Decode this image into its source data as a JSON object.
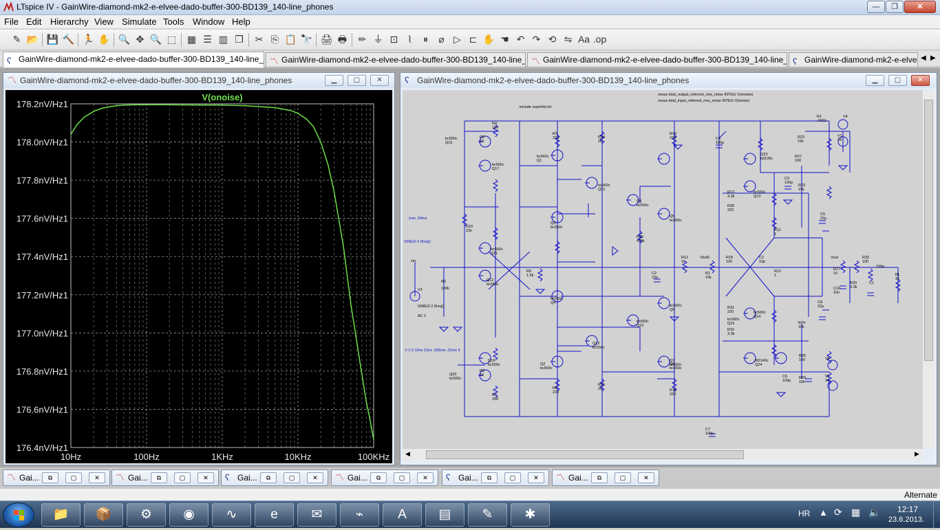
{
  "window": {
    "title": "LTspice IV - GainWire-diamond-mk2-e-elvee-dado-buffer-300-BD139_140-line_phones",
    "controls": {
      "minimize": "—",
      "maximize": "❐",
      "close": "✕"
    }
  },
  "menu": [
    "File",
    "Edit",
    "Hierarchy",
    "View",
    "Simulate",
    "Tools",
    "Window",
    "Help"
  ],
  "toolbar_icons": [
    "new-schematic",
    "open",
    "save",
    "control-panel",
    "run",
    "halt",
    "zoom-in",
    "pan",
    "zoom-out",
    "zoom-fit",
    "autorange",
    "tile-horizontal",
    "tile-vertical",
    "cascade",
    "cut",
    "copy",
    "paste",
    "find",
    "print-setup",
    "print",
    "draw-wire",
    "ground",
    "label-net",
    "resistor",
    "capacitor",
    "inductor",
    "diode",
    "component",
    "move",
    "drag",
    "undo",
    "redo",
    "rotate",
    "mirror",
    "text",
    "spice-directive"
  ],
  "toolbar_glyphs": [
    "✎",
    "📂",
    "💾",
    "🔨",
    "🏃",
    "✋",
    "🔍",
    "✥",
    "🔍",
    "⬚",
    "▦",
    "☰",
    "▥",
    "❐",
    "✂",
    "⎘",
    "📋",
    "🔭",
    "🖨",
    "🖶",
    "✏",
    "⏚",
    "⊡",
    "⌇",
    "⏸",
    "⌀",
    "▷",
    "⊏",
    "✋",
    "☚",
    "↶",
    "↷",
    "⟲",
    "⇋",
    "Aa",
    ".op"
  ],
  "doc_tabs": [
    {
      "label": "GainWire-diamond-mk2-e-elvee-dado-buffer-300-BD139_140-line_phones",
      "kind": "schematic",
      "active": true
    },
    {
      "label": "GainWire-diamond-mk2-e-elvee-dado-buffer-300-BD139_140-line_phones",
      "kind": "plot",
      "active": false
    },
    {
      "label": "GainWire-diamond-mk2-e-elvee-dado-buffer-300-BD139_140-line_phones",
      "kind": "plot",
      "active": false
    },
    {
      "label": "GainWire-diamond-mk2-e-elvee-dado-buffer-300-BD139_140-line_phones",
      "kind": "schematic",
      "active": false
    }
  ],
  "plot_window": {
    "title": "GainWire-diamond-mk2-e-elvee-dado-buffer-300-BD139_140-line_phones",
    "trace_label": "V(onoise)",
    "trace_color": "#6ee04a",
    "background": "#000000",
    "grid_color": "#9a9a9a"
  },
  "chart_data": {
    "type": "line",
    "title": "V(onoise)",
    "x_scale": "log",
    "xlim": [
      10,
      100000
    ],
    "ylim": [
      176.4,
      178.2
    ],
    "x_ticks": [
      {
        "value": 10,
        "label": "10Hz"
      },
      {
        "value": 100,
        "label": "100Hz"
      },
      {
        "value": 1000,
        "label": "1KHz"
      },
      {
        "value": 10000,
        "label": "10KHz"
      },
      {
        "value": 100000,
        "label": "100KHz"
      }
    ],
    "y_ticks": [
      {
        "value": 178.2,
        "label": "178.2nV/Hz1"
      },
      {
        "value": 178.0,
        "label": "178.0nV/Hz1"
      },
      {
        "value": 177.8,
        "label": "177.8nV/Hz1"
      },
      {
        "value": 177.6,
        "label": "177.6nV/Hz1"
      },
      {
        "value": 177.4,
        "label": "177.4nV/Hz1"
      },
      {
        "value": 177.2,
        "label": "177.2nV/Hz1"
      },
      {
        "value": 177.0,
        "label": "177.0nV/Hz1"
      },
      {
        "value": 176.8,
        "label": "176.8nV/Hz1"
      },
      {
        "value": 176.6,
        "label": "176.6nV/Hz1"
      },
      {
        "value": 176.4,
        "label": "176.4nV/Hz1"
      }
    ],
    "series": [
      {
        "name": "V(onoise)",
        "color": "#6ee04a",
        "x": [
          10,
          12,
          15,
          20,
          25,
          30,
          40,
          50,
          70,
          100,
          200,
          500,
          1000,
          2000,
          5000,
          8000,
          10000,
          13000,
          16000,
          20000,
          25000,
          30000,
          40000,
          50000,
          60000,
          70000,
          80000,
          90000,
          100000
        ],
        "y": [
          178.04,
          178.09,
          178.13,
          178.16,
          178.175,
          178.182,
          178.19,
          178.193,
          178.195,
          178.195,
          178.195,
          178.194,
          178.193,
          178.19,
          178.18,
          178.165,
          178.15,
          178.12,
          178.08,
          178.0,
          177.88,
          177.74,
          177.45,
          177.15,
          176.95,
          176.78,
          176.64,
          176.54,
          176.44
        ]
      }
    ],
    "grid": true
  },
  "schematic_window": {
    "title": "GainWire-diamond-mk2-e-elvee-dado-buffer-300-BD139_140-line_phones",
    "wire_color": "#1010c8",
    "text": {
      "meas1": ".meas total_output_referred_rms_noise INTEG V(onoise)",
      "meas2": ".meas total_input_referred_rms_noise INTEG V(inoise)",
      "include": ".include superlist.txt",
      "tran": ".tran .04ms",
      "sine_src": "SINE(0 2 {freq})",
      "vin": "vin",
      "v3": "V3",
      "v3_sine": "SINE(0 2 {freq})",
      "ac1": "AC 1",
      "pulse": "-2 2 0 10ns 10ns .005ms .01ms 5",
      "r2": "R2",
      "r2v": "100k",
      "q15": "bc560c\nQ15",
      "r3": "R3\n10",
      "r4": "R4\n150",
      "q17": "bc560c\nQ17",
      "r10": "R10\n22k",
      "q11": "bc560c\nQ11",
      "q12": "Q12\nbc550c",
      "q19": "Q19\nbc550c",
      "q20": "Q20\nbc550c",
      "r5": "R5\n10",
      "r7": "R7\n150",
      "r3b": "R3\n220",
      "q1": "bc560c\nQ1",
      "q3": "Q3\nbc550c",
      "q4": "bc560c\nQ4",
      "r9": "R9\n1.5k",
      "q2": "Q2\nbc560c",
      "r6": "R6\n220",
      "r20": "R20\n1k",
      "q21": "bc560c\nQ21",
      "q22": "Q22\nbc550c",
      "r21": "R21\n1k",
      "q9": "Q9\nbc550c",
      "r15": "R15\n470k",
      "q10": "bc560c\nQ10",
      "c2": "C2\n22p",
      "r14": "R14\n220",
      "q5": "Q5\nbc550c",
      "q6": "bc560c\nQ6",
      "q8": "Q8\nbc550c",
      "q7": "Q7\nbc550c",
      "r16": "R16\n220",
      "r12": "R12\n1k",
      "vbuf1": "Vbuf1",
      "r1": "R1\n10k",
      "c4": "C4\n100µ",
      "r18": "R18\n100",
      "c2b": "C2\n10p",
      "q23": "Q23\nbd139c",
      "r27": "R27\n100",
      "r22": "R22\n15k",
      "r23": "R23\n15k",
      "c3": "C3\n100p",
      "c5": "C5\n22µ",
      "r13": "R13\n3.3k",
      "r30": "R30\n220",
      "q13": "bc550c\nQ13",
      "r31": "R31\n220",
      "q16": "bc560c\nQ16",
      "r15b": "R15\n3.3k",
      "q14": "bc560c\nQ14",
      "r11": "R11\n1",
      "r12b": "R12\n1",
      "q24": "BD140c\nQ24",
      "r25": "R25\n100",
      "r26": "R26\n15k",
      "c6": "C6\n100p",
      "r24": "R24\n10k",
      "c8": "C8\n22µ",
      "r1b": "R1\n.0001",
      "v4": "V4",
      "v1": "V1\n24",
      "v5": "V5",
      "v2": "V2\n24",
      "vout": "Vout",
      "r17": "R17\n10",
      "c10": "C10\n10n",
      "r33": "R33\n3.3k",
      "r32": "R32\n100",
      "c1": "C1",
      "c1v": "100p",
      "rl": "RL\n32",
      "c7": "C7\n100µ"
    }
  },
  "minimized_windows": [
    {
      "label": "Gai...",
      "kind": "plot"
    },
    {
      "label": "Gai...",
      "kind": "plot"
    },
    {
      "label": "Gai...",
      "kind": "schematic"
    },
    {
      "label": "Gai...",
      "kind": "plot"
    },
    {
      "label": "Gai...",
      "kind": "schematic"
    },
    {
      "label": "Gai...",
      "kind": "plot"
    }
  ],
  "status": {
    "text": "Alternate"
  },
  "taskbar": {
    "apps": [
      {
        "name": "explorer",
        "glyph": "📁"
      },
      {
        "name": "unpacker",
        "glyph": "📦"
      },
      {
        "name": "tool",
        "glyph": "⚙"
      },
      {
        "name": "antivirus",
        "glyph": "◉"
      },
      {
        "name": "oscilloscope",
        "glyph": "∿"
      },
      {
        "name": "internet-explorer",
        "glyph": "e"
      },
      {
        "name": "outlook",
        "glyph": "✉"
      },
      {
        "name": "ltspice",
        "glyph": "⌁"
      },
      {
        "name": "acrobat",
        "glyph": "A"
      },
      {
        "name": "document",
        "glyph": "▤"
      },
      {
        "name": "notes",
        "glyph": "✎"
      },
      {
        "name": "spider",
        "glyph": "✱"
      }
    ],
    "lang": "HR",
    "time": "12:17",
    "date": "23.6.2013."
  }
}
